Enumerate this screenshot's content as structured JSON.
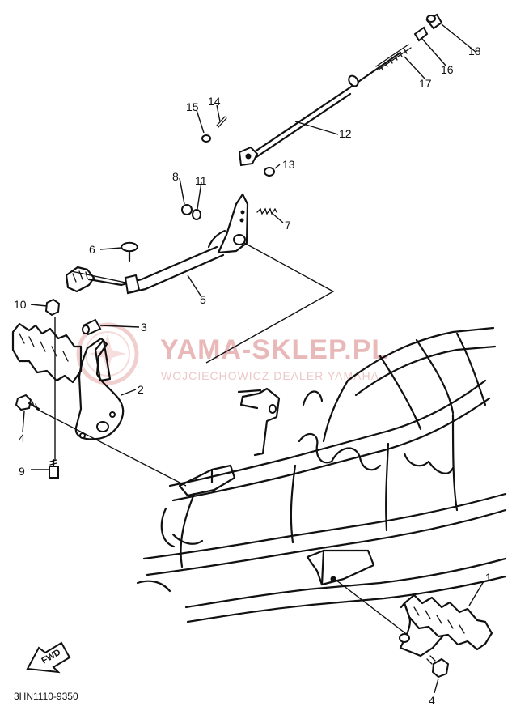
{
  "watermark": {
    "title": "YAMA-SKLEP.PL",
    "subtitle": "WOJCIECHOWICZ DEALER YAMAHA"
  },
  "diagram_code": "3HN1110-9350",
  "fwd_label": "FWD",
  "callouts": [
    "1",
    "2",
    "3",
    "4",
    "4",
    "5",
    "6",
    "7",
    "8",
    "9",
    "10",
    "11",
    "12",
    "13",
    "14",
    "15",
    "16",
    "17",
    "18"
  ]
}
